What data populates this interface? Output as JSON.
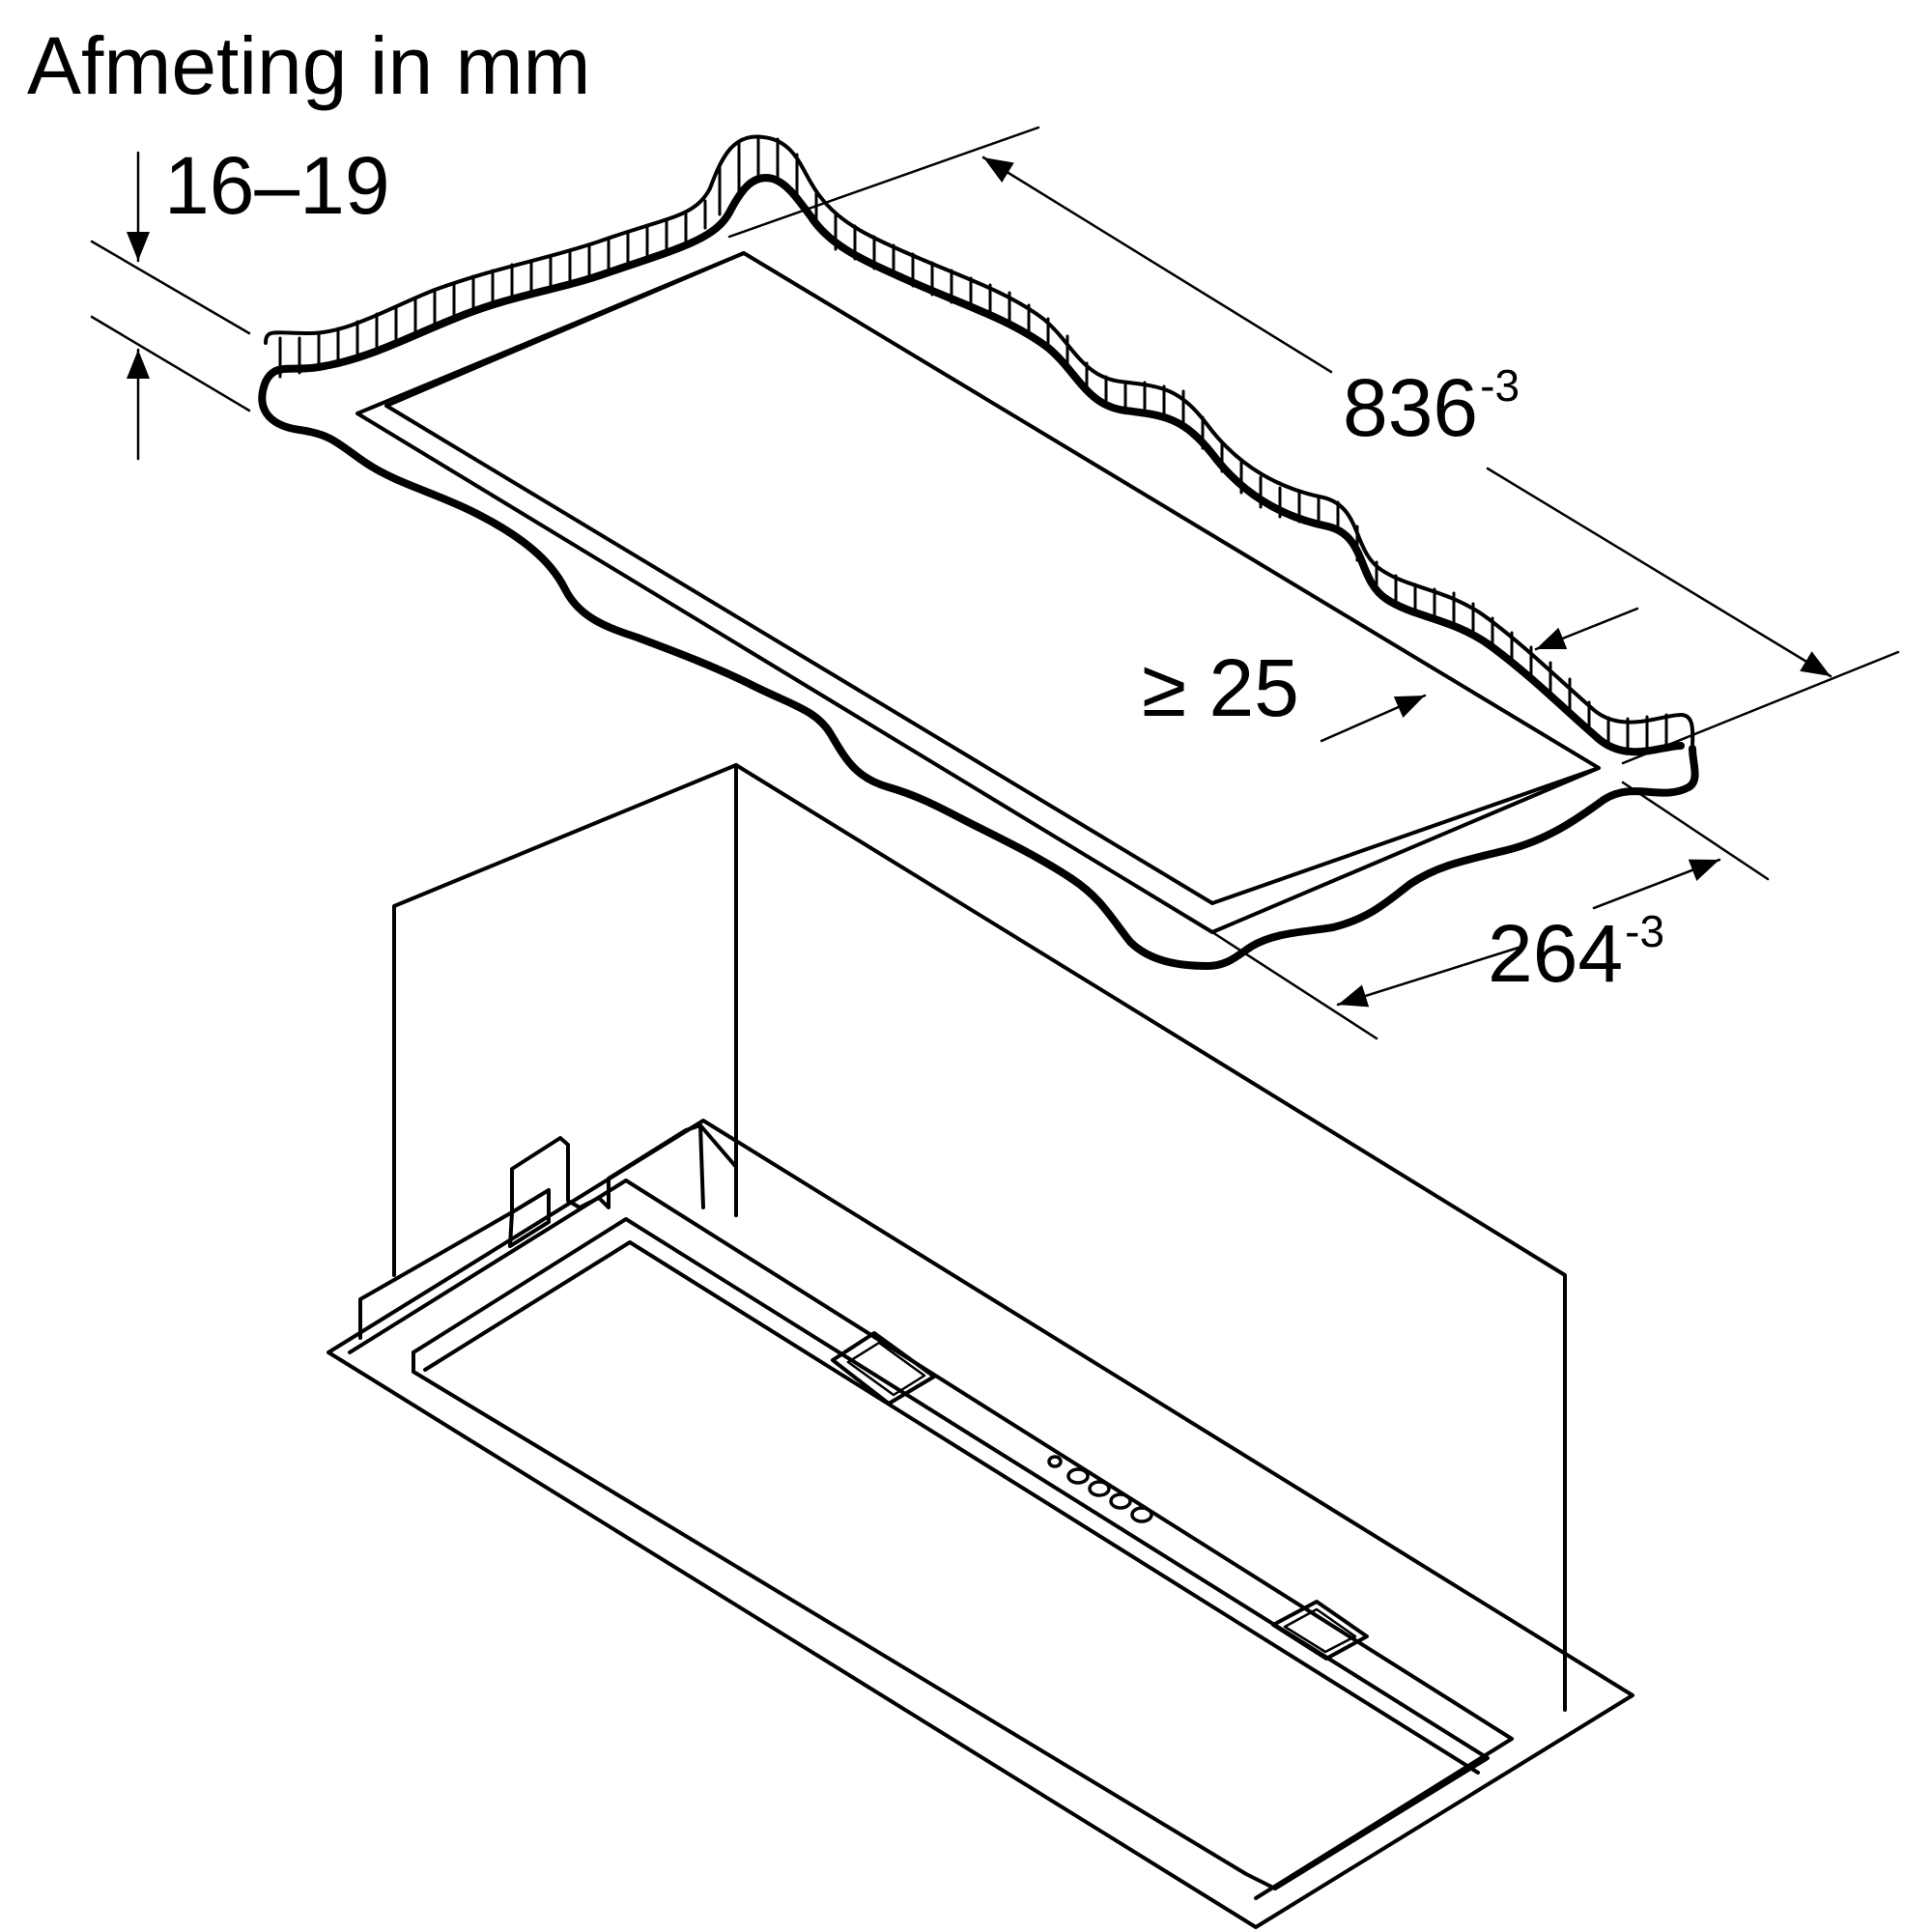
{
  "title": "Afmeting in mm",
  "dimensions": {
    "cutout_length": {
      "value": "836",
      "tolerance": "-3"
    },
    "cutout_depth": {
      "value": "264",
      "tolerance": "-3"
    },
    "board_thickness": {
      "value": "16–19"
    },
    "min_edge_distance": {
      "value": "≥ 25"
    }
  },
  "components": {
    "ceiling_cutout": "cutout in cabinet base",
    "appliance": "built-in extractor hood unit",
    "control_buttons": 5,
    "light_panels": 2
  },
  "colors": {
    "line": "#000000",
    "background": "#ffffff"
  }
}
